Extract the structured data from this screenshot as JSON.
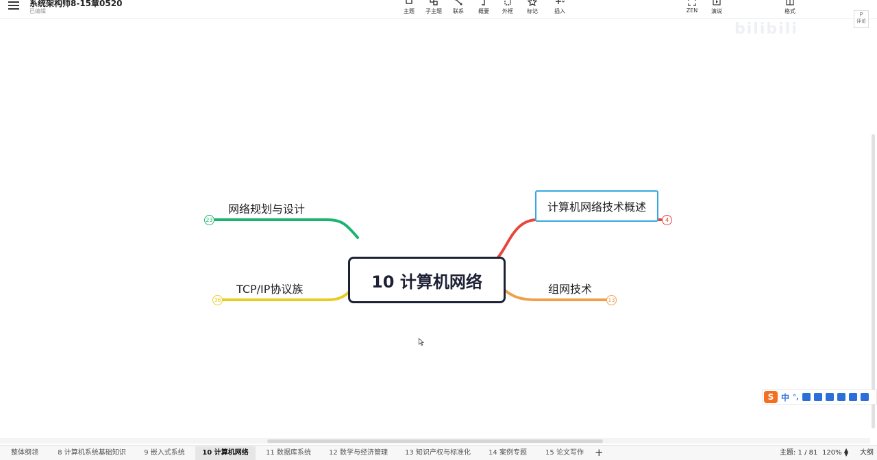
{
  "document": {
    "title": "系统架构师8-15章0520",
    "status": "已编辑"
  },
  "toolbar": {
    "tools": [
      {
        "key": "topic",
        "label": "主题",
        "icon": "topic-icon"
      },
      {
        "key": "subtopic",
        "label": "子主题",
        "icon": "subtopic-icon"
      },
      {
        "key": "relation",
        "label": "联系",
        "icon": "relationship-icon"
      },
      {
        "key": "summary",
        "label": "概要",
        "icon": "summary-icon"
      },
      {
        "key": "boundary",
        "label": "外框",
        "icon": "boundary-icon"
      },
      {
        "key": "marker",
        "label": "标记",
        "icon": "star-icon"
      },
      {
        "key": "insert",
        "label": "插入",
        "icon": "plus-icon"
      },
      {
        "key": "zen",
        "label": "ZEN",
        "icon": "fullscreen-icon"
      },
      {
        "key": "present",
        "label": "演说",
        "icon": "play-icon"
      },
      {
        "key": "format",
        "label": "格式",
        "icon": "format-panel-icon"
      }
    ],
    "corner": {
      "letter": "P",
      "label": "评论"
    }
  },
  "watermark": "bilibili",
  "mindmap": {
    "central": "10 计算机网络",
    "branches": [
      {
        "id": "overview",
        "label": "计算机网络技术概述",
        "count": "4",
        "color": "#e8453c",
        "selected": true
      },
      {
        "id": "networking",
        "label": "组网技术",
        "count": "13",
        "color": "#f0a04b",
        "selected": false
      },
      {
        "id": "planning",
        "label": "网络规划与设计",
        "count": "23",
        "color": "#1bb46e",
        "selected": false
      },
      {
        "id": "tcpip",
        "label": "TCP/IP协议族",
        "count": "36",
        "color": "#e9cc1f",
        "selected": false
      }
    ]
  },
  "ime": {
    "char": "中",
    "punct": "°,"
  },
  "sheets": [
    {
      "label": "整体纲领",
      "active": false
    },
    {
      "label": "8 计算机系统基础知识",
      "active": false
    },
    {
      "label": "9 嵌入式系统",
      "active": false
    },
    {
      "label": "10 计算机网络",
      "active": true
    },
    {
      "label": "11 数据库系统",
      "active": false
    },
    {
      "label": "12 数学与经济管理",
      "active": false
    },
    {
      "label": "13 知识产权与标准化",
      "active": false
    },
    {
      "label": "14 案例专题",
      "active": false
    },
    {
      "label": "15 论文写作",
      "active": false
    }
  ],
  "statusbar": {
    "topic_count": "主题: 1 / 81",
    "zoom": "120%",
    "outline": "大纲"
  }
}
